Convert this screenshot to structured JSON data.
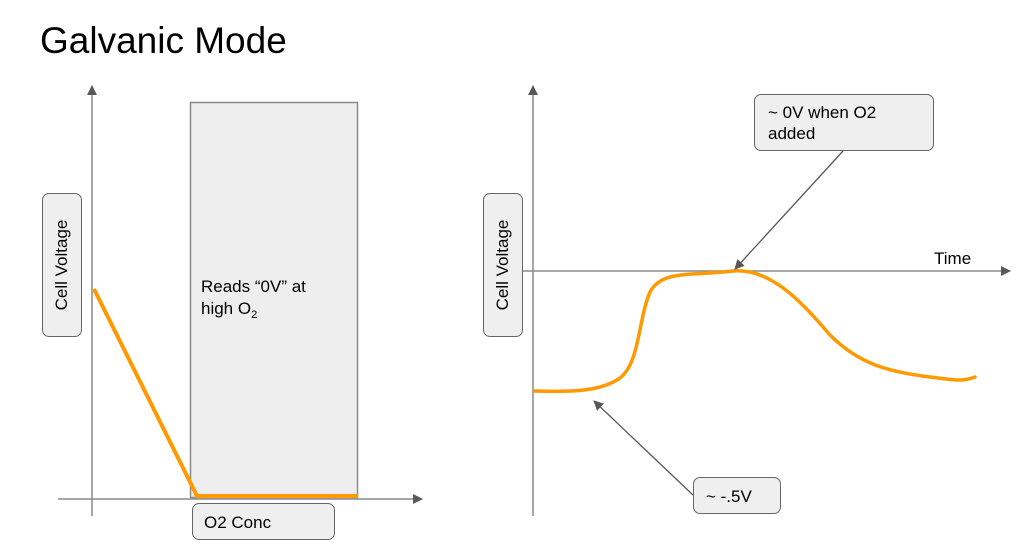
{
  "title": "Galvanic Mode",
  "colors": {
    "curve": "#ff9900",
    "axis": "#666666",
    "box_fill": "#efefef",
    "shade_fill": "#eeeeee"
  },
  "left_chart": {
    "y_label": "Cell Voltage",
    "x_label": "O2 Conc",
    "shaded_note_line1": "Reads “0V” at",
    "shaded_note_line2_prefix": "high O",
    "shaded_note_line2_sub": "2"
  },
  "right_chart": {
    "y_label": "Cell Voltage",
    "x_label": "Time",
    "callout_top_line1": "~ 0V when O2",
    "callout_top_line2": "added",
    "callout_bottom": "~ -.5V"
  },
  "chart_data": [
    {
      "type": "line",
      "title": "Cell Voltage vs O2 Conc",
      "xlabel": "O2 Conc",
      "ylabel": "Cell Voltage",
      "description": "Voltage falls linearly from a positive value to ~0 and stays at 0 in the shaded high-O2 region",
      "x": [
        0,
        0.32,
        0.86
      ],
      "y": [
        0.51,
        0.0,
        0.0
      ],
      "xlim": [
        0,
        1
      ],
      "ylim": [
        0,
        1
      ],
      "shaded_region_x": [
        0.32,
        0.86
      ],
      "annotation": "Reads “0V” at high O2"
    },
    {
      "type": "line",
      "title": "Cell Voltage vs Time",
      "xlabel": "Time",
      "ylabel": "Cell Voltage",
      "description": "Voltage starts near -0.5V, rises sharply to ~0V when O2 added, then decays back down",
      "x": [
        0,
        0.13,
        0.21,
        0.25,
        0.3,
        0.45,
        0.55,
        0.62,
        0.73,
        0.85,
        0.98
      ],
      "y": [
        -0.5,
        -0.48,
        -0.3,
        -0.05,
        -0.03,
        0.0,
        -0.03,
        -0.15,
        -0.33,
        -0.38,
        -0.4
      ],
      "xlim": [
        0,
        1
      ],
      "ylim": [
        -0.6,
        0.8
      ],
      "annotations": [
        "~ 0V when O2 added",
        "~ -.5V"
      ]
    }
  ]
}
